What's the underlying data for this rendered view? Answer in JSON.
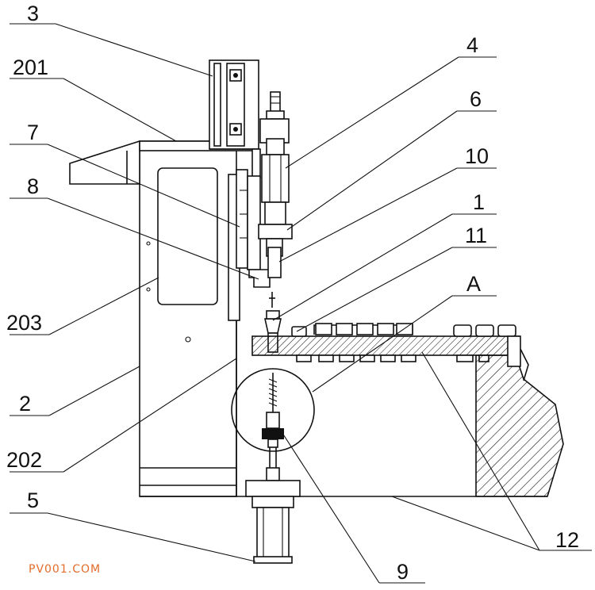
{
  "labels": {
    "l3": "3",
    "l201": "201",
    "l7": "7",
    "l8": "8",
    "l203": "203",
    "l2": "2",
    "l202": "202",
    "l5": "5",
    "l4": "4",
    "l6": "6",
    "l10": "10",
    "l1": "1",
    "l11": "11",
    "lA": "A",
    "l12": "12",
    "l9": "9"
  },
  "watermark": "PV001.COM"
}
